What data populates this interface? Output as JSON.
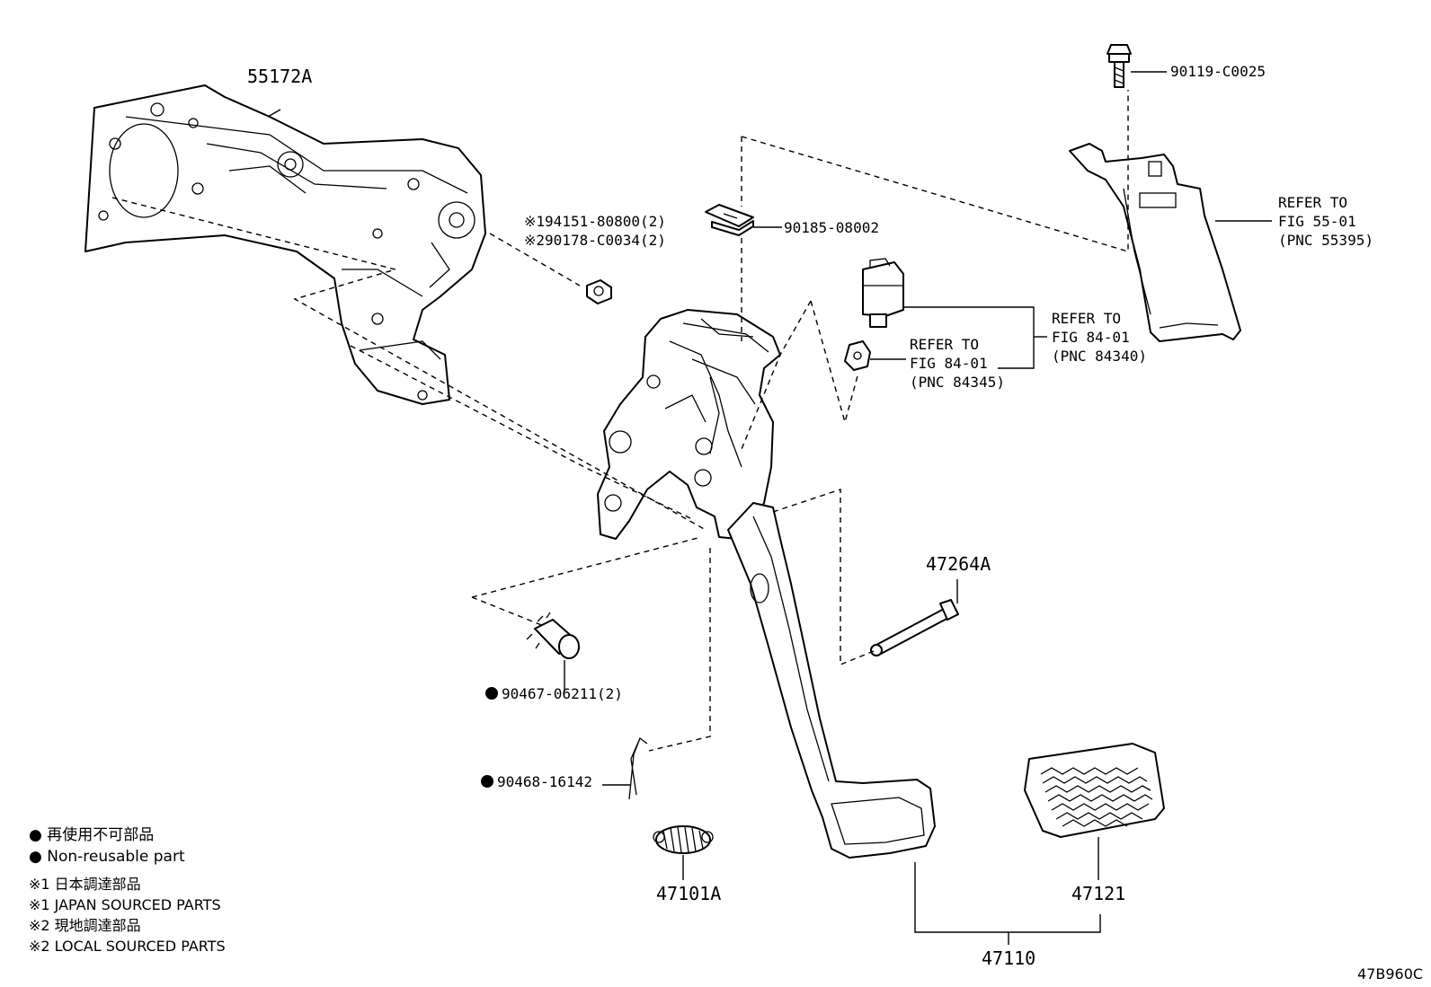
{
  "labels": {
    "p55172a": "55172A",
    "p90119": "90119-C0025",
    "p90185": "90185-08002",
    "note1": "※194151-80800(2)",
    "note2": "※290178-C0034(2)",
    "refer_55_l1": "REFER TO",
    "refer_55_l2": "FIG 55-01",
    "refer_55_l3": "(PNC 55395)",
    "refer_84340_l1": "REFER TO",
    "refer_84340_l2": "FIG 84-01",
    "refer_84340_l3": "(PNC 84340)",
    "refer_84345_l1": "REFER TO",
    "refer_84345_l2": "FIG 84-01",
    "refer_84345_l3": "(PNC 84345)",
    "p47264a": "47264A",
    "p90467": "90467-06211(2)",
    "p90468": "90468-16142",
    "p47101a": "47101A",
    "p47121": "47121",
    "p47110": "47110"
  },
  "legend": {
    "line1": "● 再使用不可部品",
    "line2": "● Non-reusable part",
    "line3": "※1 日本調達部品",
    "line4": "※1 JAPAN SOURCED PARTS",
    "line5": "※2 現地調達部品",
    "line6": "※2 LOCAL SOURCED PARTS"
  },
  "diagram_code": "47B960C"
}
